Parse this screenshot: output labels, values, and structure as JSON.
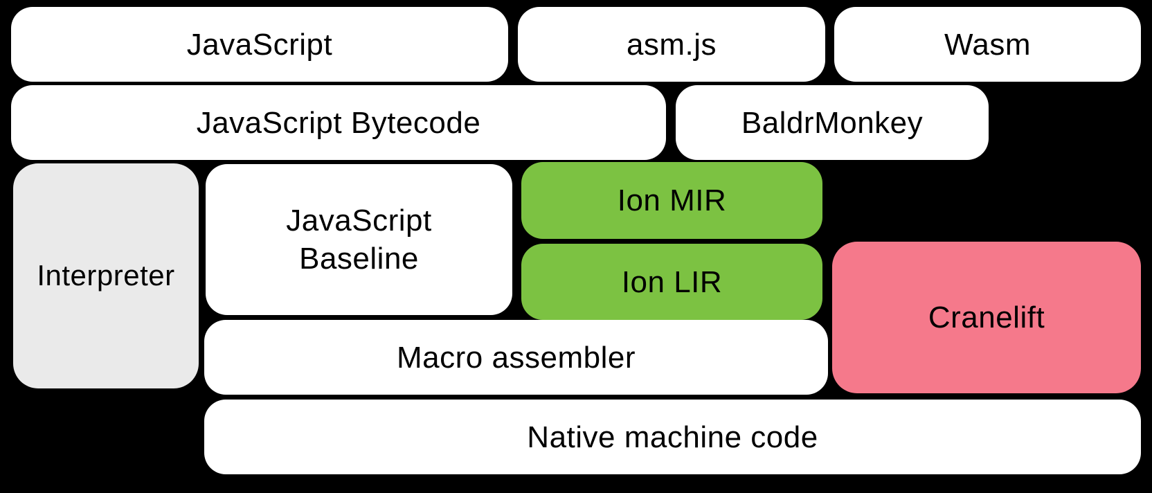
{
  "diagram": {
    "background": "#000000",
    "text_color": "#000000",
    "palette": {
      "white": "#ffffff",
      "gray": "#eaeaea",
      "green": "#7cc242",
      "pink": "#f5798b"
    },
    "boxes": {
      "javascript": {
        "label": "JavaScript",
        "color": "white"
      },
      "asm_js": {
        "label": "asm.js",
        "color": "white"
      },
      "wasm": {
        "label": "Wasm",
        "color": "white"
      },
      "javascript_bytecode": {
        "label": "JavaScript Bytecode",
        "color": "white"
      },
      "baldrmonkey": {
        "label": "BaldrMonkey",
        "color": "white"
      },
      "interpreter": {
        "label": "Interpreter",
        "color": "gray"
      },
      "javascript_baseline": {
        "label": "JavaScript Baseline",
        "color": "white"
      },
      "ion_mir": {
        "label": "Ion MIR",
        "color": "green"
      },
      "ion_lir": {
        "label": "Ion LIR",
        "color": "green"
      },
      "cranelift": {
        "label": "Cranelift",
        "color": "pink"
      },
      "macro_assembler": {
        "label": "Macro assembler",
        "color": "white"
      },
      "native_machine_code": {
        "label": "Native machine code",
        "color": "white"
      }
    }
  }
}
